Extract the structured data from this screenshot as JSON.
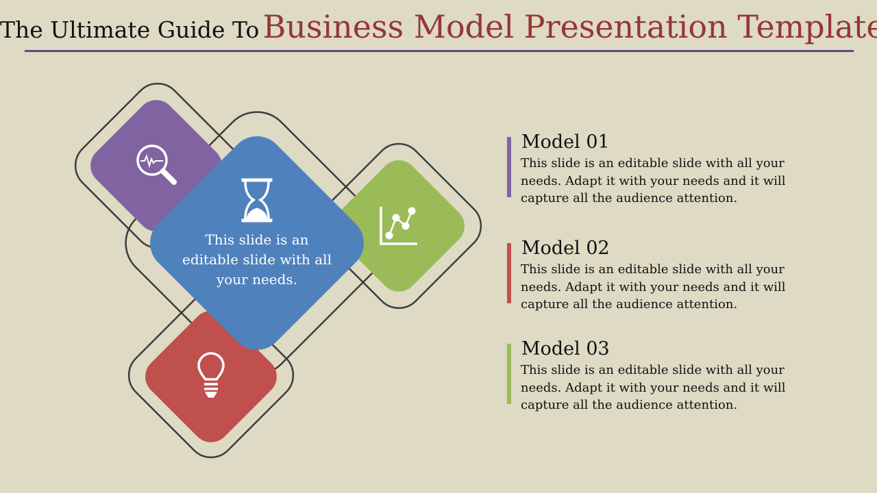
{
  "title": {
    "prefix": "The Ultimate Guide To",
    "main": "Business Model Presentation Template"
  },
  "center": {
    "text": "This slide is an editable slide with all your needs."
  },
  "models": [
    {
      "heading": "Model 01",
      "text": "This slide is an editable slide with all your needs. Adapt it with your needs and it will capture all the audience attention.",
      "color": "#8064a2"
    },
    {
      "heading": "Model 02",
      "text": "This slide is an editable slide with all your needs. Adapt it with your needs and it will capture all the audience attention.",
      "color": "#c0504d"
    },
    {
      "heading": "Model 03",
      "text": "This slide is an editable slide with all your needs. Adapt it with your needs and it will capture all the audience attention.",
      "color": "#9bbb59"
    }
  ],
  "colors": {
    "purple": "#8064a2",
    "blue": "#4f81bd",
    "green": "#9bbb59",
    "red": "#c0504d"
  },
  "icons": [
    "magnifier-pulse-icon",
    "hourglass-icon",
    "line-chart-icon",
    "lightbulb-icon"
  ]
}
